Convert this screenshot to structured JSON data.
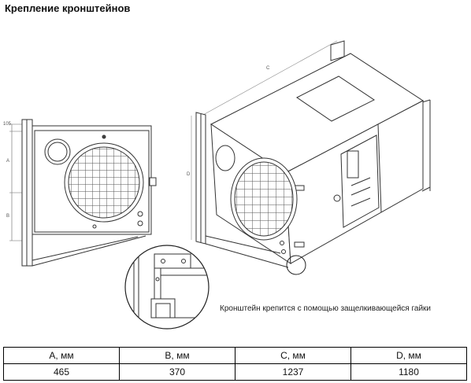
{
  "page": {
    "title": "Крепление кронштейнов"
  },
  "figure": {
    "caption": "Кронштейн крепится с помощью защелкивающейся гайки",
    "dimension_labels": {
      "top_offset": "105",
      "a": "A",
      "b": "B",
      "c": "C",
      "d": "D"
    }
  },
  "table": {
    "headers": [
      "A, мм",
      "B, мм",
      "C, мм",
      "D, мм"
    ],
    "rows": [
      [
        "465",
        "370",
        "1237",
        "1180"
      ]
    ]
  }
}
